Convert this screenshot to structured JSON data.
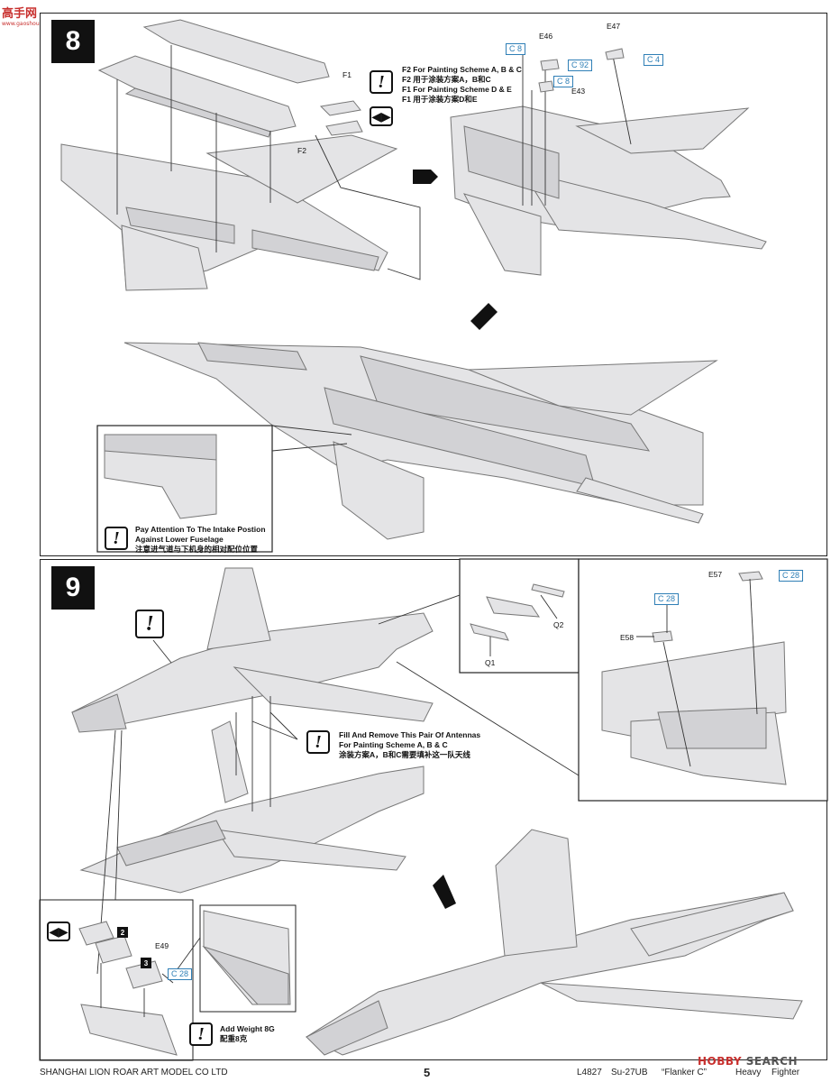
{
  "watermark": {
    "brand": "高手网",
    "url": "www.gaoshou.com"
  },
  "step8": {
    "number": "8",
    "paint_note": [
      "F2 For Painting Scheme A, B & C",
      "F2 用于涂装方案A，B和C",
      "F1 For Painting Scheme D & E",
      "F1 用于涂装方案D和E"
    ],
    "parts": {
      "f1": "F1",
      "f2": "F2",
      "e46": "E46",
      "e47": "E47",
      "e43": "E43"
    },
    "paints": {
      "c8a": "C 8",
      "c92": "C 92",
      "c8b": "C 8",
      "c4": "C 4"
    },
    "attention": [
      "Pay Attention To The Intake Postion",
      "Against Lower Fuselage",
      "注意进气道与下机身的相对配位位置"
    ]
  },
  "step9": {
    "number": "9",
    "antenna_note": [
      "Fill And Remove This Pair Of Antennas",
      "For Painting Scheme A, B & C",
      "涂装方案A，B和C需要填补这一队天线"
    ],
    "parts": {
      "q1": "Q1",
      "q2": "Q2",
      "e57": "E57",
      "e58": "E58",
      "e49": "E49"
    },
    "paints": {
      "c28a": "C 28",
      "c28b": "C 28",
      "c28c": "C 28"
    },
    "seq": {
      "s2": "2",
      "s3": "3"
    },
    "weight_note": [
      "Add Weight 8G",
      "配重8克"
    ]
  },
  "footer": {
    "company": "SHANGHAI LION ROAR ART MODEL CO LTD",
    "page": "5",
    "code": "L4827",
    "model": "Su-27UB",
    "name": "“Flanker C”",
    "type1": "Heavy",
    "type2": "Fighter"
  },
  "source_logo": {
    "a": "HOBBY",
    "b": "SEARCH"
  }
}
